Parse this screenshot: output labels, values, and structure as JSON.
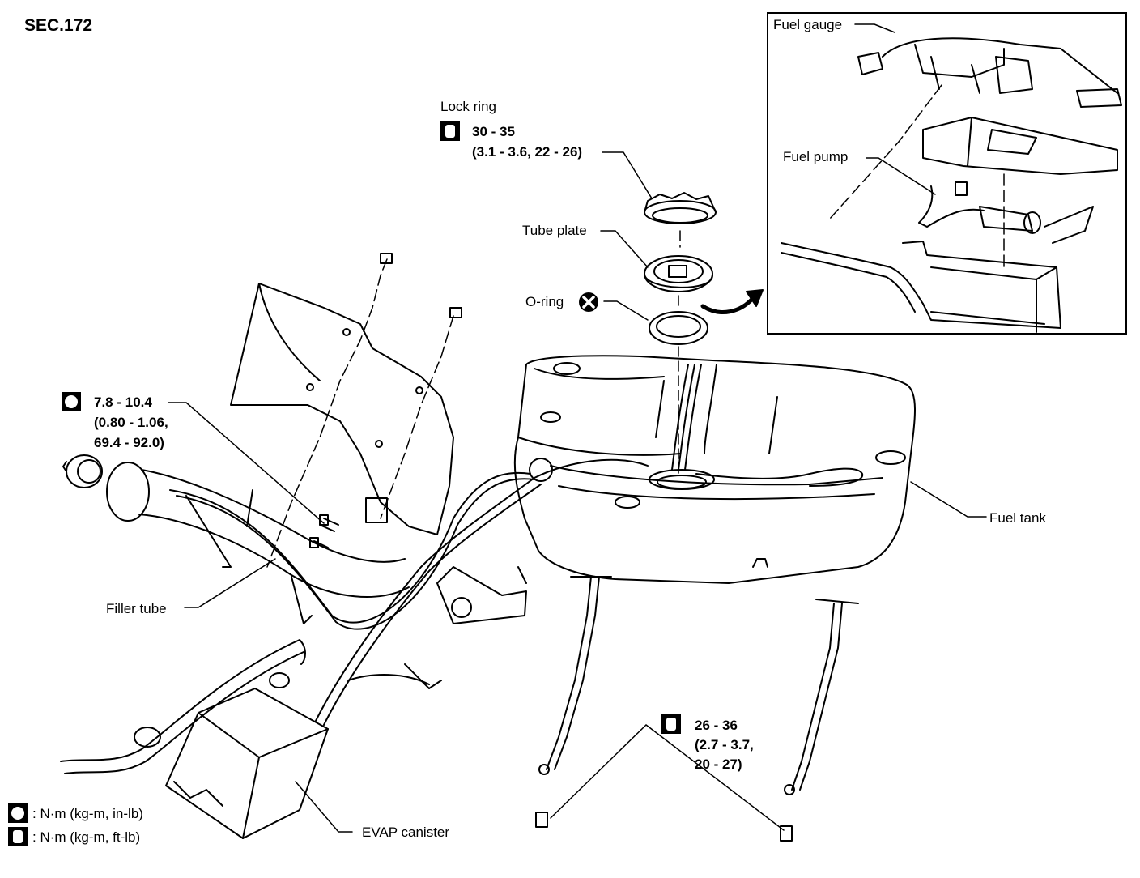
{
  "section": "SEC.172",
  "labels": {
    "lock_ring": "Lock ring",
    "lock_ring_torque_1": "30 - 35",
    "lock_ring_torque_2": "(3.1 - 3.6, 22 - 26)",
    "tube_plate": "Tube plate",
    "o_ring": "O-ring",
    "fuel_gauge": "Fuel gauge",
    "fuel_pump": "Fuel pump",
    "bolt_torque_1": "7.8 - 10.4",
    "bolt_torque_2": "(0.80 - 1.06,",
    "bolt_torque_3": "69.4 - 92.0)",
    "fuel_tank": "Fuel tank",
    "filler_tube": "Filler tube",
    "strap_torque_1": "26 - 36",
    "strap_torque_2": "(2.7 - 3.7,",
    "strap_torque_3": "20 - 27)",
    "evap_canister": "EVAP canister"
  },
  "legend": {
    "inlb": ": N·m (kg-m, in-lb)",
    "ftlb": ": N·m (kg-m, ft-lb)"
  },
  "icons": {
    "torque_inlb": "nut-icon",
    "torque_ftlb": "socket-icon",
    "o_ring_replace": "x-circle-icon"
  }
}
